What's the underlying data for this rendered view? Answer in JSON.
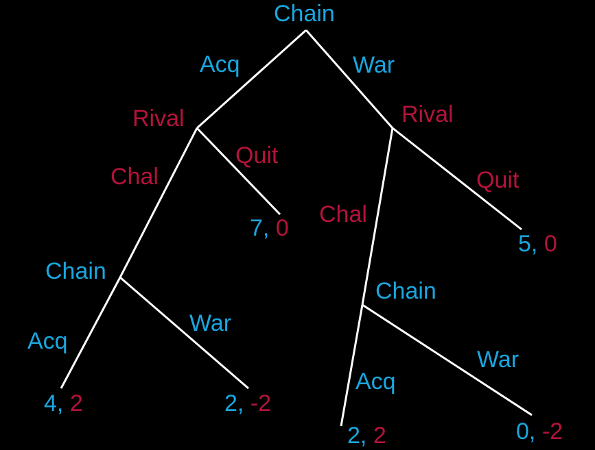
{
  "colors": {
    "player1": "#1aa7e0",
    "player2": "#b5133a",
    "edge": "#ffffff",
    "background": "#000000"
  },
  "nodes": {
    "root": "Chain",
    "rival_left": "Rival",
    "rival_right": "Rival",
    "chain_left": "Chain",
    "chain_right": "Chain"
  },
  "actions": {
    "root_acq": "Acq",
    "root_war": "War",
    "rival_left_chal": "Chal",
    "rival_left_quit": "Quit",
    "rival_right_chal": "Chal",
    "rival_right_quit": "Quit",
    "chain_left_acq": "Acq",
    "chain_left_war": "War",
    "chain_right_acq": "Acq",
    "chain_right_war": "War"
  },
  "payoffs": {
    "left_quit": {
      "p1": "7",
      "sep": ",",
      "p2": "0"
    },
    "right_quit": {
      "p1": "5",
      "sep": ",",
      "p2": "0"
    },
    "left_chain_acq": {
      "p1": "4",
      "sep": ",",
      "p2": "2"
    },
    "left_chain_war": {
      "p1": "2",
      "sep": ",",
      "p2": "-2"
    },
    "right_chain_acq": {
      "p1": "2",
      "sep": ",",
      "p2": "2"
    },
    "right_chain_war": {
      "p1": "0",
      "sep": ",",
      "p2": "-2"
    }
  }
}
